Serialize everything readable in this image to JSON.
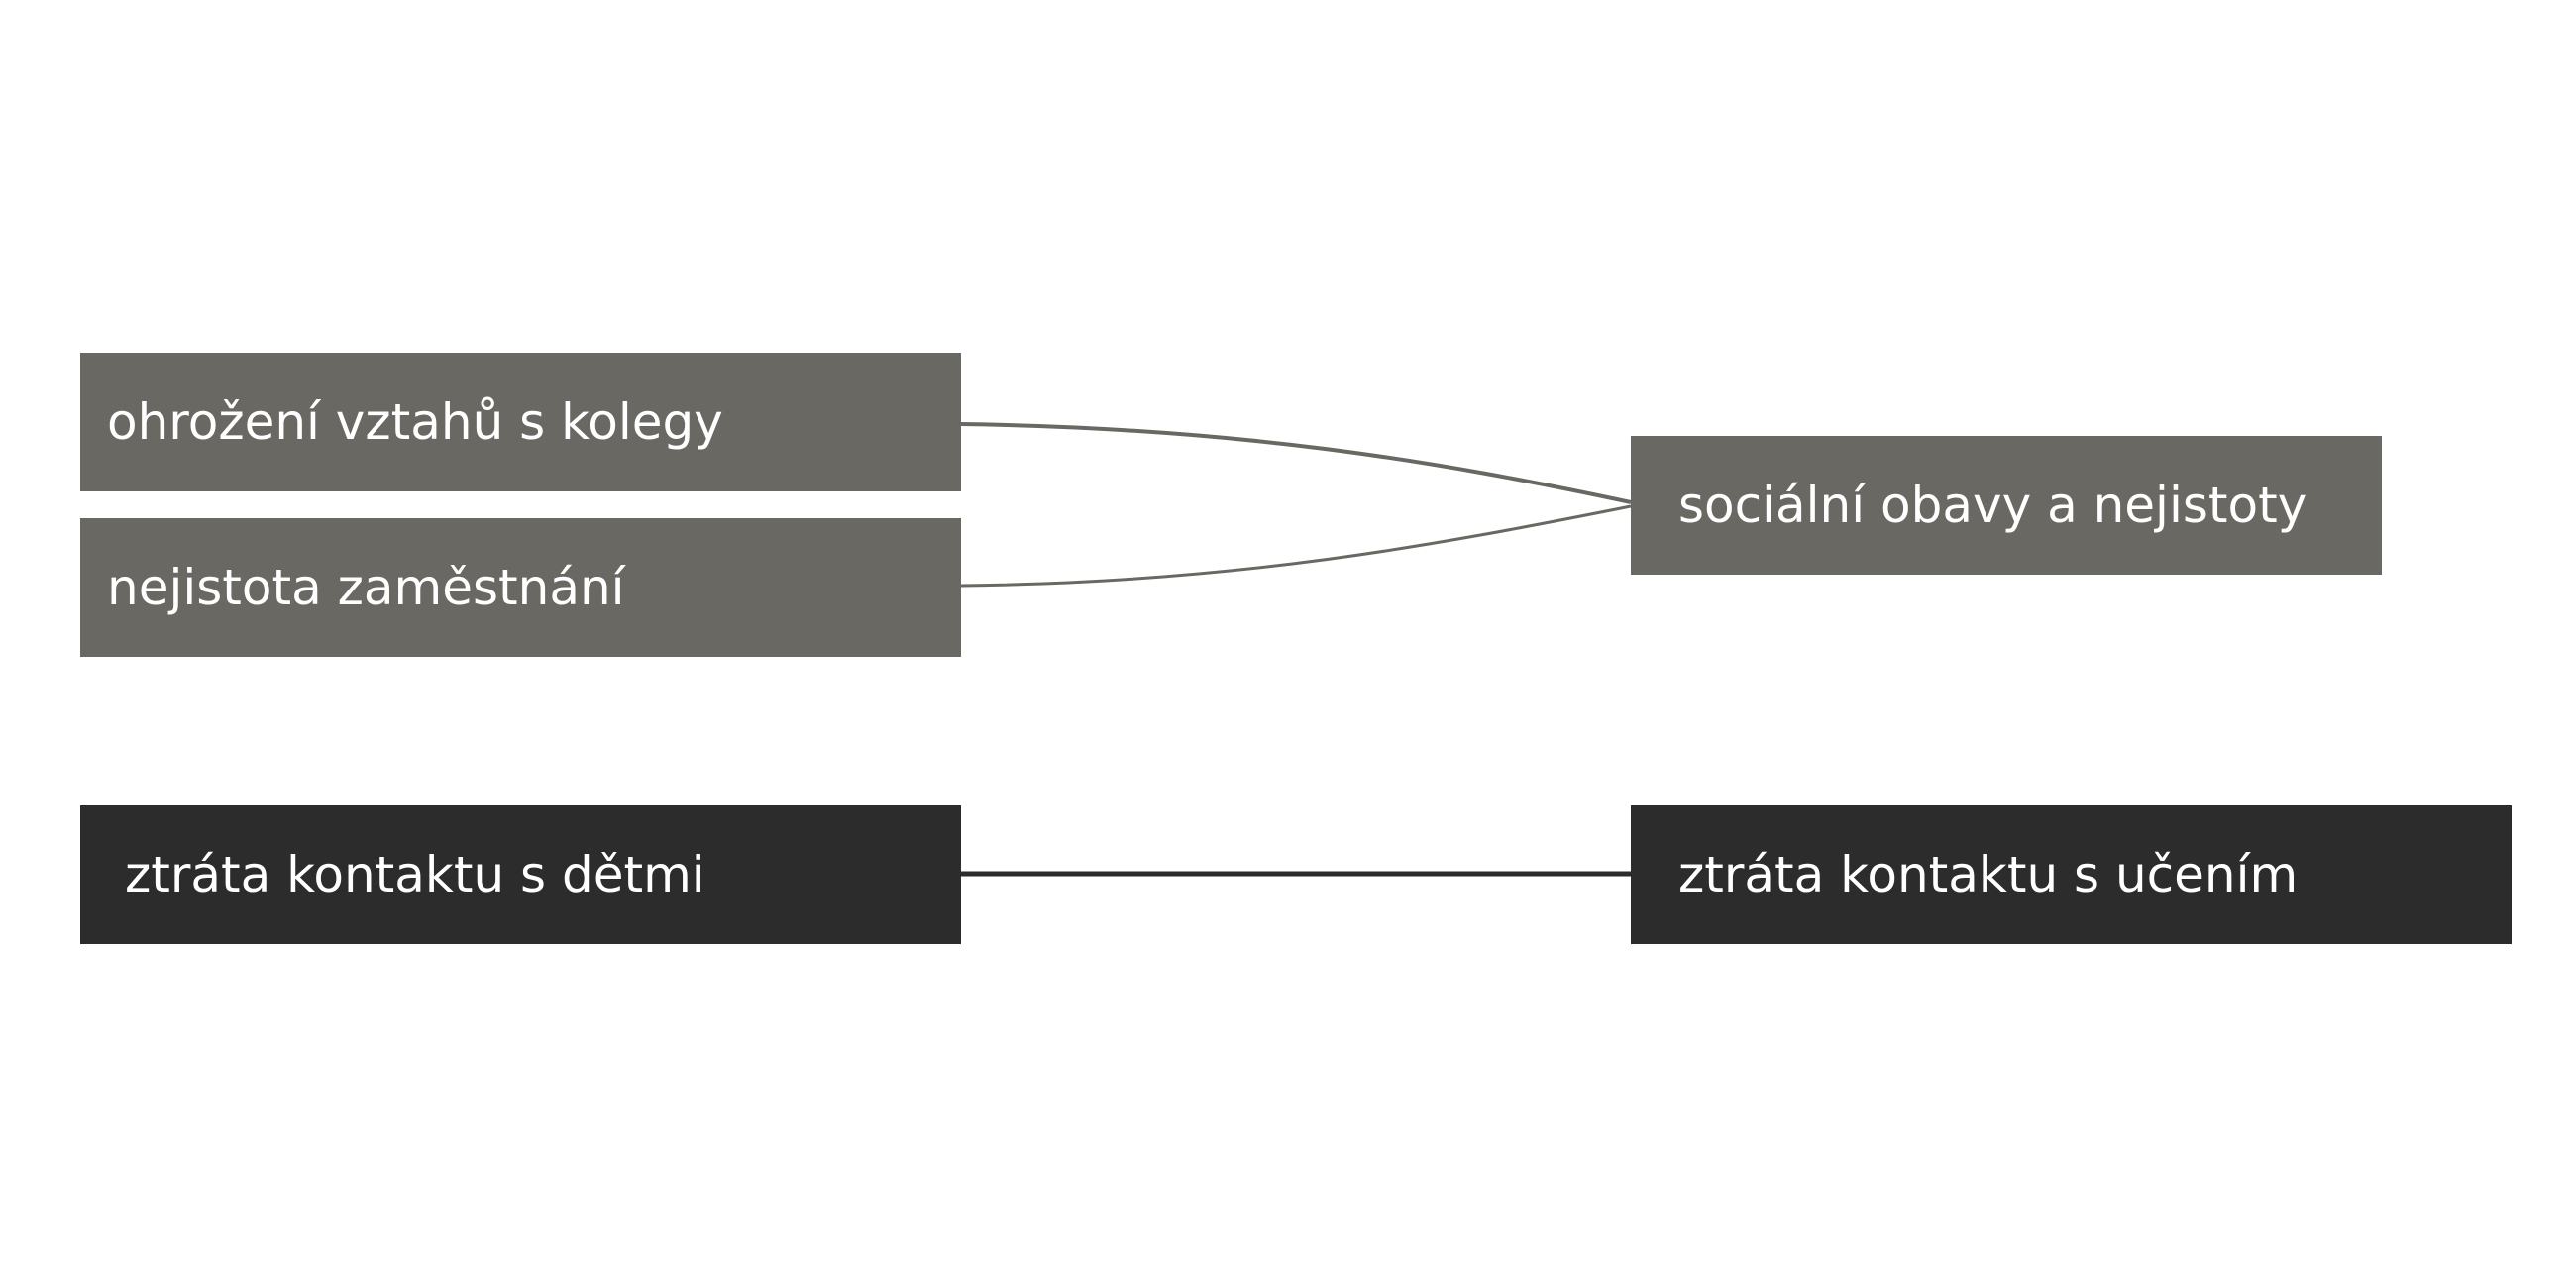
{
  "nodes": {
    "threat_colleagues": {
      "label": "ohrožení vztahů s kolegy"
    },
    "job_insecurity": {
      "label": "nejistota zaměstnání"
    },
    "social_concerns": {
      "label": "sociální obavy a nejistoty"
    },
    "loss_children": {
      "label": "ztráta kontaktu s dětmi"
    },
    "loss_learning": {
      "label": "ztráta kontaktu s učením"
    }
  },
  "edges": [
    {
      "from": "threat_colleagues",
      "to": "social_concerns"
    },
    {
      "from": "job_insecurity",
      "to": "social_concerns"
    },
    {
      "from": "loss_children",
      "to": "loss_learning"
    }
  ],
  "colors": {
    "grey_group": "#6a6863",
    "dark_group": "#2c2c2c",
    "text": "#ffffff"
  }
}
